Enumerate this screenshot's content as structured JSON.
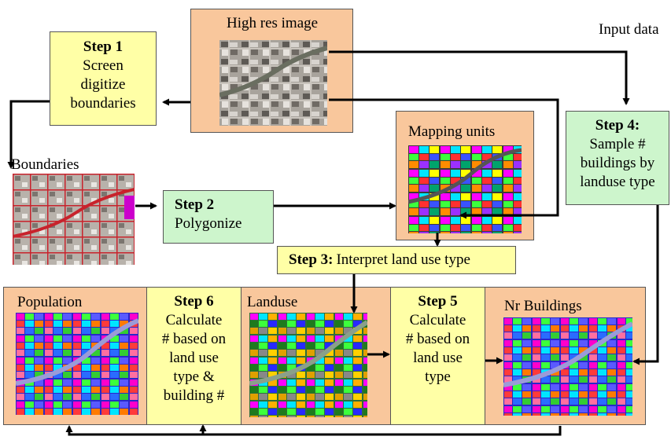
{
  "input_label": "Input data",
  "high_res": {
    "title": "High res image"
  },
  "step1": {
    "title": "Step 1",
    "lines": [
      "Screen",
      "digitize",
      "boundaries"
    ]
  },
  "boundaries": {
    "title": "Boundaries"
  },
  "step2": {
    "title": "Step 2",
    "text": "Polygonize"
  },
  "mapping": {
    "title": "Mapping units"
  },
  "step3": {
    "title": "Step 3:",
    "text": "Interpret land use type"
  },
  "step4": {
    "title": "Step 4:",
    "lines": [
      "Sample #",
      "buildings by",
      "landuse type"
    ]
  },
  "population": {
    "title": "Population"
  },
  "step6": {
    "title": "Step 6",
    "lines": [
      "Calculate",
      "# based on",
      "land use",
      "type &",
      "building #"
    ]
  },
  "landuse": {
    "title": "Landuse"
  },
  "step5": {
    "title": "Step 5",
    "lines": [
      "Calculate",
      "# based on",
      "land use",
      "type"
    ]
  },
  "buildings": {
    "title": "Nr Buildings"
  },
  "colors": {
    "peach": "#f9c79c",
    "yellow": "#ffffa6",
    "green": "#cdf5cc"
  }
}
